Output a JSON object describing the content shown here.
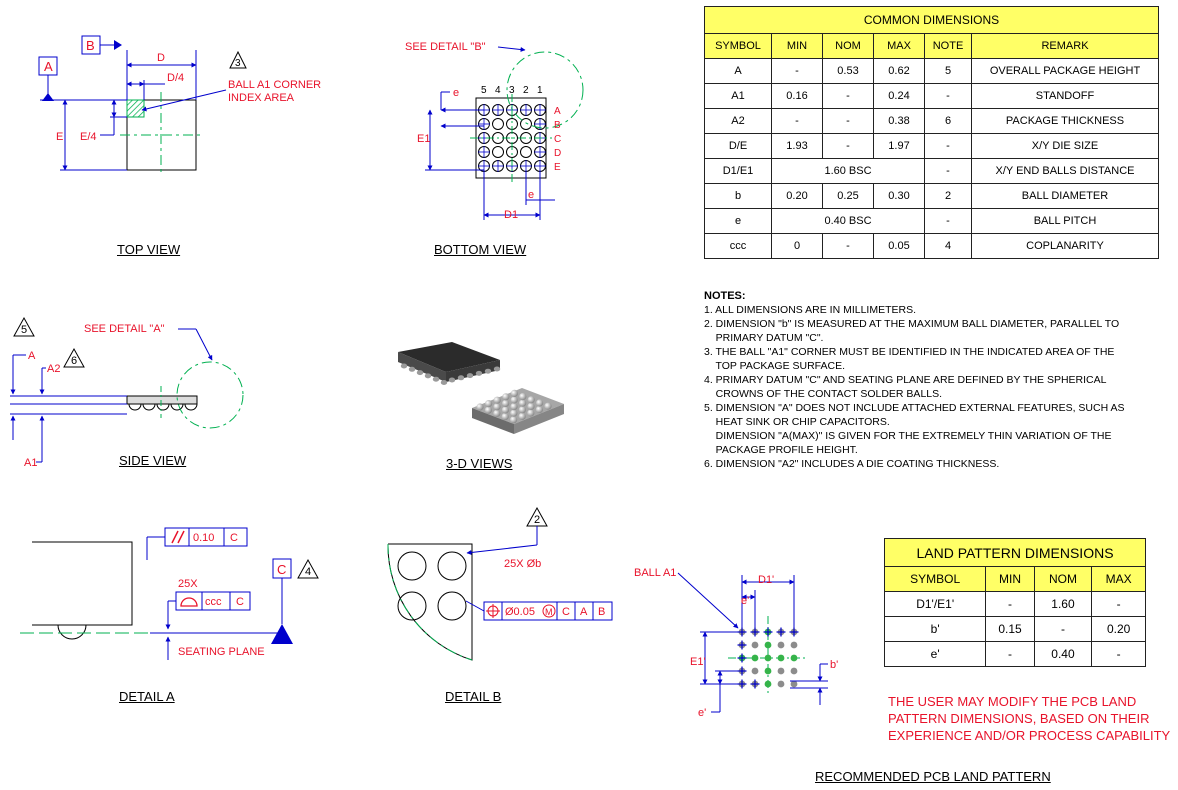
{
  "views": {
    "top": "TOP VIEW",
    "bottom": "BOTTOM VIEW",
    "side": "SIDE VIEW",
    "three_d": "3-D VIEWS",
    "detail_a": "DETAIL A",
    "detail_b": "DETAIL B",
    "pcb": "RECOMMENDED PCB LAND PATTERN"
  },
  "top_view": {
    "datum_a": "A",
    "datum_b": "B",
    "d": "D",
    "d4": "D/4",
    "e": "E",
    "e4": "E/4",
    "note_flag": "3",
    "ball_a1_label": "BALL A1 CORNER",
    "ball_a1_label2": "INDEX AREA"
  },
  "bottom_view": {
    "see_detail_b": "SEE DETAIL \"B\"",
    "e": "e",
    "e1": "E1",
    "d1": "D1",
    "e_bottom": "e",
    "col_labels": [
      "5",
      "4",
      "3",
      "2",
      "1"
    ],
    "row_labels": [
      "A",
      "B",
      "C",
      "D",
      "E"
    ]
  },
  "side_view": {
    "see_detail_a": "SEE DETAIL \"A\"",
    "a": "A",
    "a1": "A1",
    "a2": "A2",
    "flag5": "5",
    "flag6": "6"
  },
  "detail_a": {
    "parallelism": "0.10",
    "datum": "C",
    "count": "25X",
    "ccc": "ccc",
    "seating": "SEATING PLANE",
    "datum_c": "C",
    "flag4": "4"
  },
  "detail_b": {
    "flag2": "2",
    "diameter": "25X Øb",
    "tol": "Ø0.05",
    "mmc": "M",
    "ref_c": "C",
    "ref_a": "A",
    "ref_b": "B"
  },
  "pcb": {
    "ball_a1": "BALL A1",
    "d1p": "D1'",
    "ep": "e'",
    "e1p": "E1'",
    "bp": "b'",
    "ep2": "e'"
  },
  "common_dimensions": {
    "title": "COMMON DIMENSIONS",
    "headers": [
      "SYMBOL",
      "MIN",
      "NOM",
      "MAX",
      "NOTE",
      "REMARK"
    ],
    "rows": [
      {
        "symbol": "A",
        "min": "-",
        "nom": "0.53",
        "max": "0.62",
        "note": "5",
        "remark": "OVERALL PACKAGE HEIGHT"
      },
      {
        "symbol": "A1",
        "min": "0.16",
        "nom": "-",
        "max": "0.24",
        "note": "-",
        "remark": "STANDOFF"
      },
      {
        "symbol": "A2",
        "min": "-",
        "nom": "-",
        "max": "0.38",
        "note": "6",
        "remark": "PACKAGE THICKNESS"
      },
      {
        "symbol": "D/E",
        "min": "1.93",
        "nom": "-",
        "max": "1.97",
        "note": "-",
        "remark": "X/Y DIE SIZE"
      },
      {
        "symbol": "D1/E1",
        "span": "1.60 BSC",
        "note": "-",
        "remark": "X/Y END BALLS DISTANCE"
      },
      {
        "symbol": "b",
        "min": "0.20",
        "nom": "0.25",
        "max": "0.30",
        "note": "2",
        "remark": "BALL DIAMETER"
      },
      {
        "symbol": "e",
        "span": "0.40 BSC",
        "note": "-",
        "remark": "BALL PITCH"
      },
      {
        "symbol": "ccc",
        "min": "0",
        "nom": "-",
        "max": "0.05",
        "note": "4",
        "remark": "COPLANARITY"
      }
    ]
  },
  "notes": {
    "title": "NOTES:",
    "items": [
      "1. ALL DIMENSIONS ARE IN MILLIMETERS.",
      "2. DIMENSION \"b\" IS MEASURED AT THE MAXIMUM BALL DIAMETER, PARALLEL TO\n    PRIMARY DATUM \"C\".",
      "3. THE BALL \"A1\" CORNER MUST BE IDENTIFIED IN THE INDICATED AREA OF THE\n    TOP PACKAGE SURFACE.",
      "4. PRIMARY DATUM \"C\" AND SEATING PLANE ARE DEFINED BY THE SPHERICAL\n    CROWNS OF THE CONTACT SOLDER BALLS.",
      "5. DIMENSION \"A\" DOES NOT INCLUDE ATTACHED EXTERNAL FEATURES, SUCH AS\n    HEAT SINK OR CHIP CAPACITORS.\n    DIMENSION \"A(MAX)\" IS GIVEN FOR THE EXTREMELY THIN VARIATION OF THE\n    PACKAGE PROFILE HEIGHT.",
      "6. DIMENSION \"A2\" INCLUDES A DIE COATING THICKNESS."
    ]
  },
  "land_pattern": {
    "title": "LAND PATTERN DIMENSIONS",
    "headers": [
      "SYMBOL",
      "MIN",
      "NOM",
      "MAX"
    ],
    "rows": [
      {
        "symbol": "D1'/E1'",
        "min": "-",
        "nom": "1.60",
        "max": "-"
      },
      {
        "symbol": "b'",
        "min": "0.15",
        "nom": "-",
        "max": "0.20"
      },
      {
        "symbol": "e'",
        "min": "-",
        "nom": "0.40",
        "max": "-"
      }
    ]
  },
  "user_note": "THE USER MAY MODIFY THE PCB LAND\nPATTERN DIMENSIONS, BASED ON THEIR\nEXPERIENCE AND/OR PROCESS CAPABILITY",
  "colors": {
    "dimension": "#0000cc",
    "label": "#e8132b",
    "center": "#00b050",
    "table_header": "#ffff66"
  }
}
